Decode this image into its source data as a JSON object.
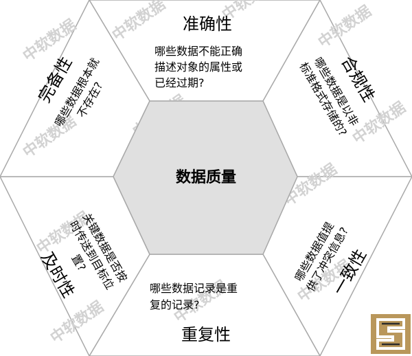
{
  "center": {
    "label": "数据质量"
  },
  "dimensions": [
    {
      "key": "accuracy",
      "title": "准确性",
      "desc": [
        "哪些数据不能正确",
        "描述对象的属性或",
        "已经过期?"
      ]
    },
    {
      "key": "conformity",
      "title": "合规性",
      "desc": [
        "哪些数据是以非",
        "标准格式存储的?"
      ]
    },
    {
      "key": "consistency",
      "title": "一致性",
      "desc": [
        "哪些数据值提",
        "供了冲突信息?"
      ]
    },
    {
      "key": "uniqueness",
      "title": "重复性",
      "desc": [
        "哪些数据记录是重",
        "复的记录?"
      ]
    },
    {
      "key": "timeliness",
      "title": "及时性",
      "desc": [
        "关键数据是否按",
        "时传送到目标位",
        "置?"
      ]
    },
    {
      "key": "completeness",
      "title": "完备性",
      "desc": [
        "哪些数据根本就",
        "不存在?"
      ]
    }
  ],
  "watermark": {
    "text": "中软数据"
  },
  "logo": {
    "color": "#b9975b",
    "icon": "logo-mark-icon"
  }
}
